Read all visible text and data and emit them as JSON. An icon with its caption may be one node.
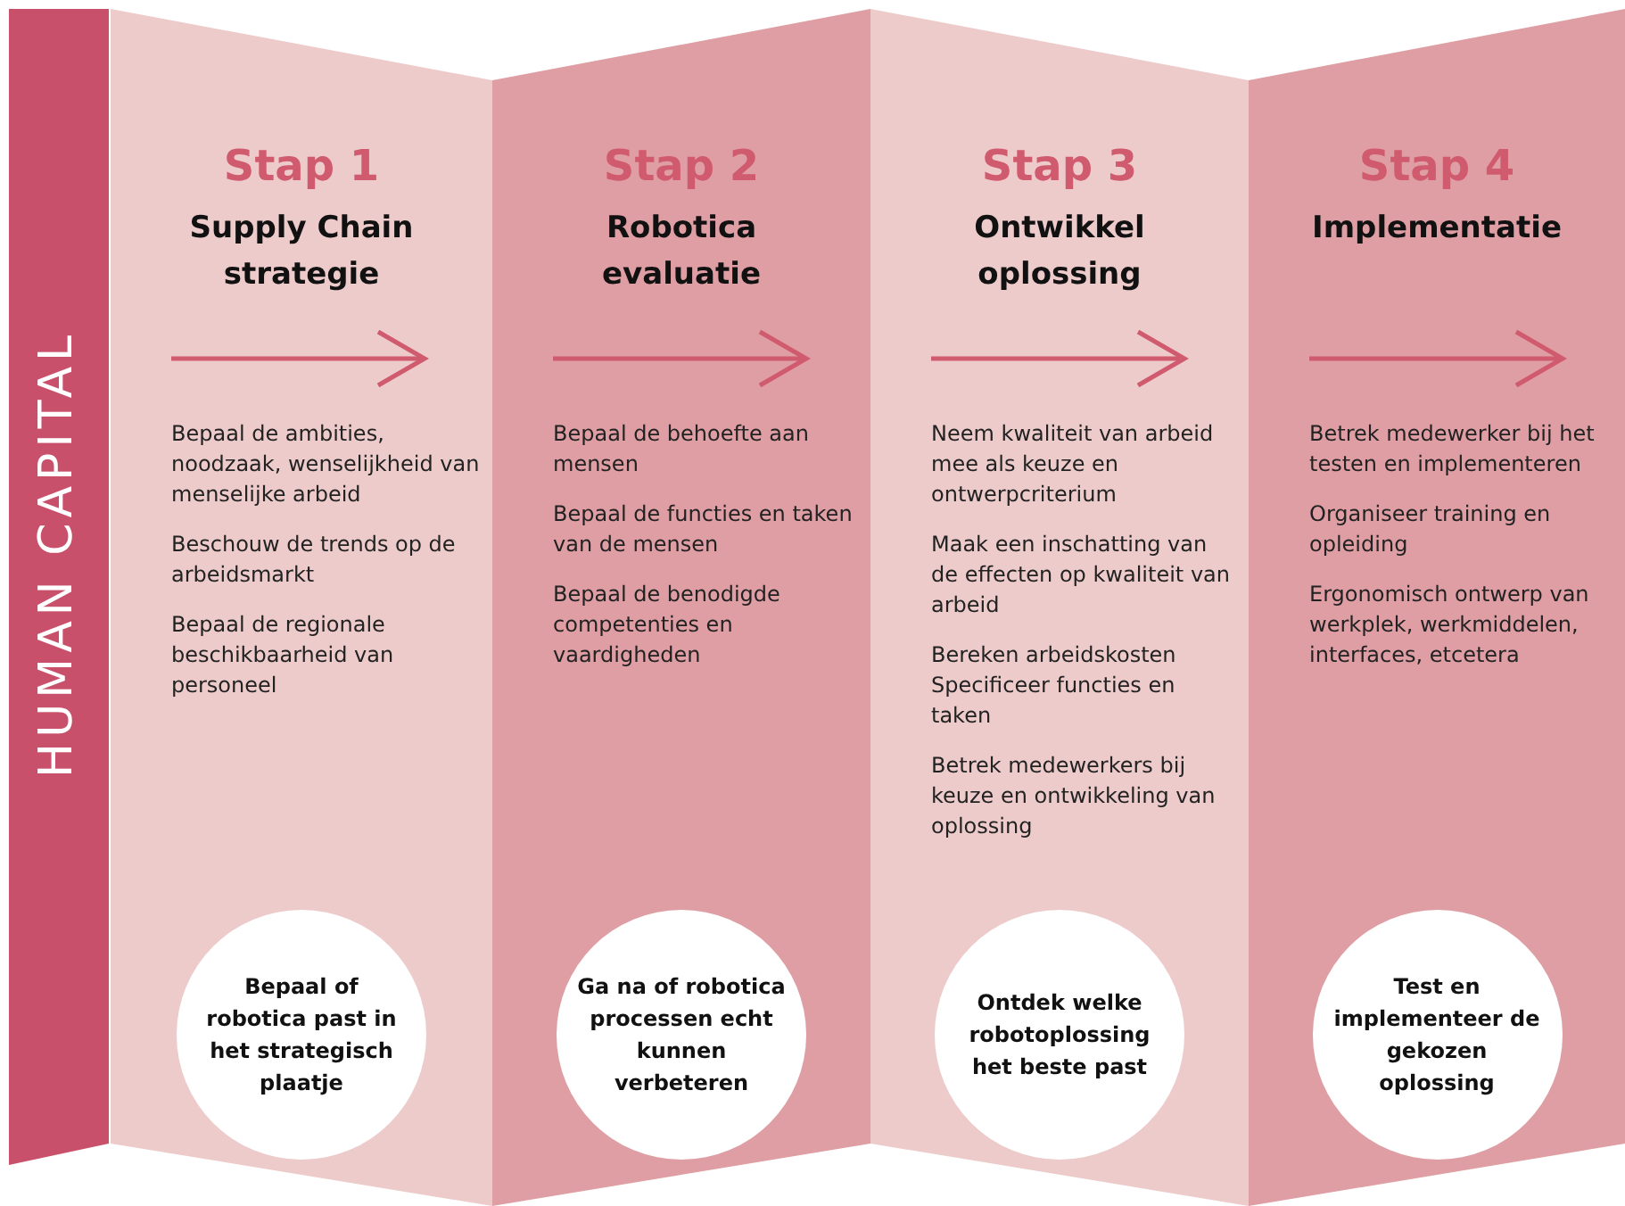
{
  "diagram": {
    "nodes": [
      {
        "text": [
          "HUMAN CAPITAL"
        ]
      },
      {
        "text": [
          "Stap 1",
          "Supply Chain strategie",
          "Bepaal de ambities, noodzaak, wenselijkheid van menselijke arbeid",
          "Beschouw de trends op de arbeidsmarkt",
          "Bepaal de regionale beschikbaarheid van personeel"
        ]
      },
      {
        "text": [
          "Bepaal of robotica past in het strategisch plaatje"
        ],
        "in": 1
      },
      {
        "text": [
          "Stap 2",
          "Robotica evaluatie",
          "Bepaal de behoefte aan mensen",
          "Bepaal de functies en taken van de mensen",
          "Bepaal de benodigde competenties en vaardigheden"
        ]
      },
      {
        "text": [
          "Ga na of robotica processen echt kunnen verbeteren"
        ],
        "in": 3
      },
      {
        "text": [
          "Stap 3",
          "Ontwikkel oplossing",
          "Neem kwaliteit van arbeid mee als keuze en ontwerpcriterium",
          "Maak een inschatting van de effecten op kwaliteit van arbeid",
          "Bereken arbeidskosten Specificeer functies en taken",
          "Betrek medewerkers bij keuze en ontwikkeling van oplossing"
        ]
      },
      {
        "text": [
          "Ontdek welke robotoplossing het beste past"
        ],
        "in": 5
      },
      {
        "text": [
          "Stap 4",
          "Implementatie",
          "Betrek medewerker bij het testen en implementeren",
          "Organiseer training en opleiding",
          "Ergonomisch ontwerp van werkplek, werkmiddelen, interfaces, etcetera"
        ]
      },
      {
        "text": [
          "Test en implementeer de gekozen oplossing"
        ],
        "in": 7
      }
    ]
  }
}
